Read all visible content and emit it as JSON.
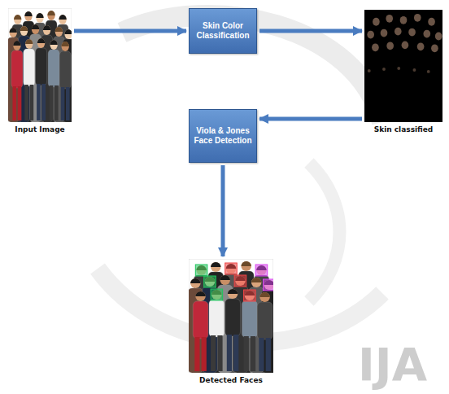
{
  "diagram": {
    "nodes": [
      {
        "text": [
          "Input Image"
        ]
      },
      {
        "text": [
          "Skin Color Classification"
        ]
      },
      {
        "text": [
          "Skin classified"
        ]
      },
      {
        "text": [
          "Viola & Jones Face Detection"
        ]
      },
      {
        "text": [
          "Detected Faces"
        ]
      }
    ],
    "edges": [
      {
        "from": 0,
        "to": 1,
        "arrow": "to"
      },
      {
        "from": 1,
        "to": 2,
        "arrow": "to"
      },
      {
        "from": 2,
        "to": 3,
        "arrow": "to"
      },
      {
        "from": 3,
        "to": 4,
        "arrow": "to"
      }
    ],
    "labels": [
      "IJA"
    ]
  }
}
